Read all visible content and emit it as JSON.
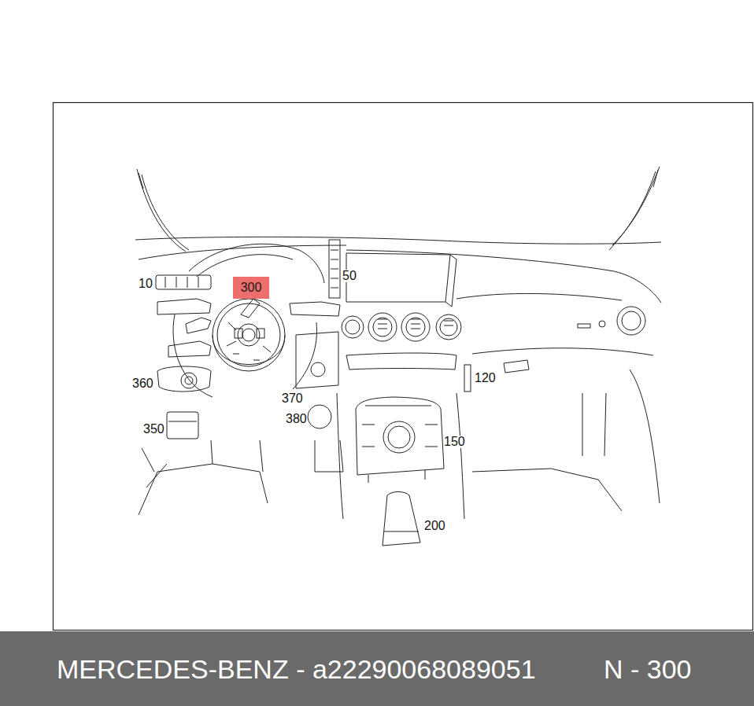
{
  "diagram": {
    "nodes": [
      {
        "text": [
          "300"
        ]
      },
      {
        "text": [
          "MERCEDES-BENZ - a22290068089051",
          "N - 300"
        ]
      }
    ],
    "labels": [
      "10",
      "50",
      "120",
      "150",
      "200",
      "350",
      "360",
      "370",
      "380"
    ]
  }
}
